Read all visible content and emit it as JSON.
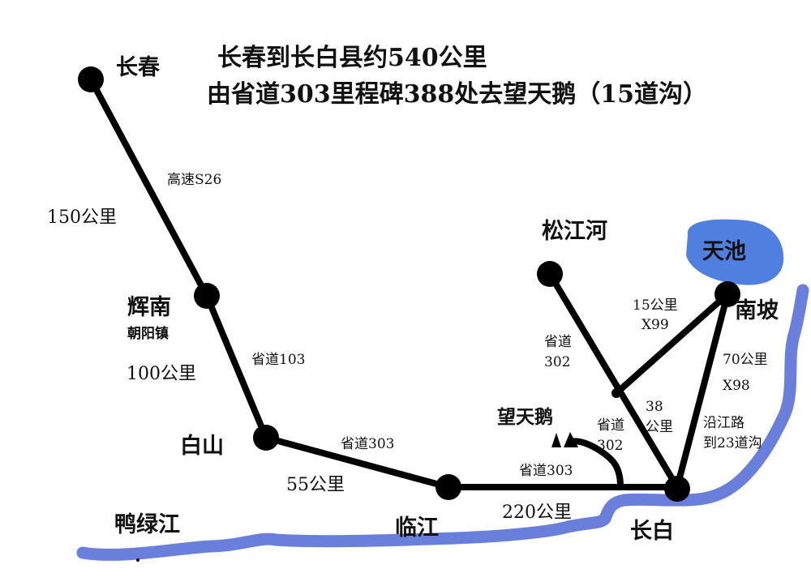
{
  "title": {
    "line1": "长春到长白县约540公里",
    "line2": "由省道303里程碑388处去望天鹅（15道沟）"
  },
  "colors": {
    "road": "#000000",
    "river": "#6a7fdc",
    "lake": "#4f7fe0",
    "background": "#ffffff"
  },
  "places": {
    "changchun": "长春",
    "huinan": "辉南",
    "huinan_sub": "朝阳镇",
    "baishan": "白山",
    "linjiang": "临江",
    "changbai": "长白",
    "songjianghe": "松江河",
    "tianchi": "天池",
    "nanpo": "南坡",
    "wangtiane": "望天鹅",
    "yalujiang": "鸭绿江"
  },
  "roads": {
    "s26": "高速S26",
    "sd103": "省道103",
    "sd303_a": "省道303",
    "sd303_b": "省道303",
    "sd302_top": "省道\n302",
    "sd302_bottom": "省道\n302",
    "x99": "15公里\nX99",
    "x98_dist": "70公里",
    "x98": "X98",
    "yanjiang": "沿江路\n到23道沟",
    "d38": "38\n公里"
  },
  "distances": {
    "changchun_huinan": "150公里",
    "huinan_baishan": "100公里",
    "baishan_linjiang": "55公里",
    "linjiang_changbai": "220公里"
  }
}
